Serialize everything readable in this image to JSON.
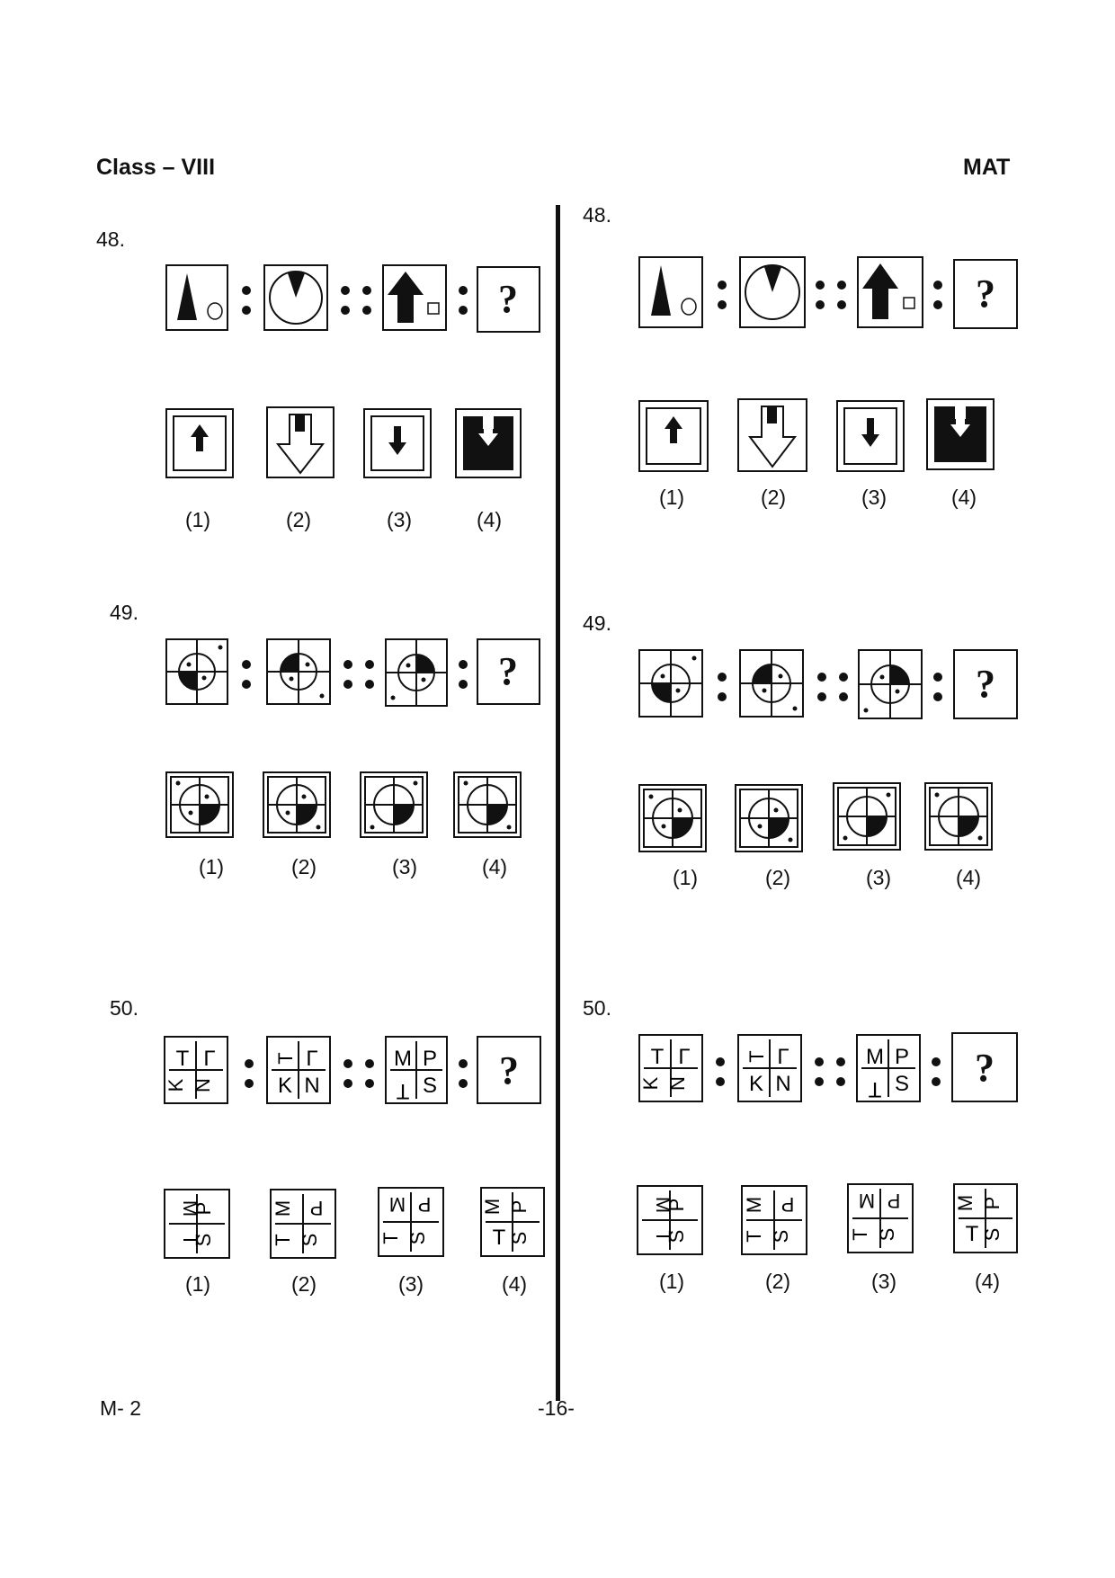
{
  "header": {
    "left": "Class – VIII",
    "right": "MAT"
  },
  "footer": {
    "code": "M- 2",
    "page": "-16-"
  },
  "columns": [
    {
      "q48": {
        "number": "48.",
        "options": [
          "(1)",
          "(2)",
          "(3)",
          "(4)"
        ]
      },
      "q49": {
        "number": "49.",
        "options": [
          "(1)",
          "(2)",
          "(3)",
          "(4)"
        ]
      },
      "q50": {
        "number": "50.",
        "options": [
          "(1)",
          "(2)",
          "(3)",
          "(4)"
        ]
      }
    },
    {
      "q48": {
        "number": "48.",
        "options": [
          "(1)",
          "(2)",
          "(3)",
          "(4)"
        ]
      },
      "q49": {
        "number": "49.",
        "options": [
          "(1)",
          "(2)",
          "(3)",
          "(4)"
        ]
      },
      "q50": {
        "number": "50.",
        "options": [
          "(1)",
          "(2)",
          "(3)",
          "(4)"
        ]
      }
    }
  ],
  "question_mark": "?",
  "icons": [
    "triangle-circle-icon",
    "pie-circle-icon",
    "arrow-square-icon",
    "quadrant-circle-icon",
    "letter-grid-icon"
  ]
}
